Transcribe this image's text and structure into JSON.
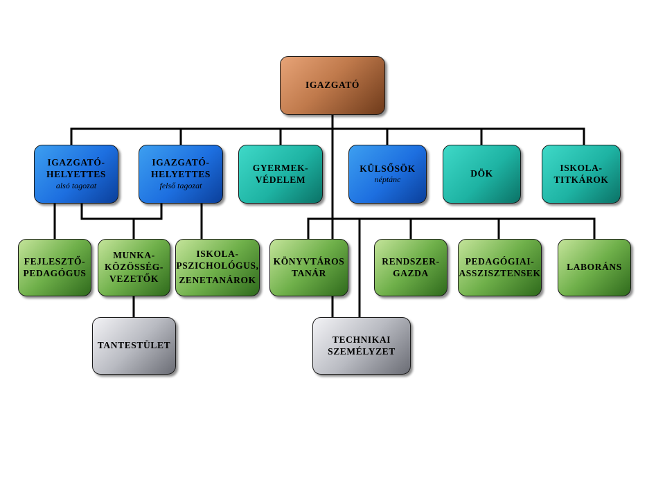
{
  "nodes": {
    "igazgato": {
      "line1": "IGAZGATÓ",
      "line2": "",
      "sub": ""
    },
    "helyettes_also": {
      "line1": "IGAZGATÓ-",
      "line2": "HELYETTES",
      "sub": "alsó tagozat"
    },
    "helyettes_felso": {
      "line1": "IGAZGATÓ-",
      "line2": "HELYETTES",
      "sub": "felső tagozat"
    },
    "gyermekvedelem": {
      "line1": "GYERMEK-",
      "line2": "VÉDELEM",
      "sub": ""
    },
    "kulsosok": {
      "line1": "KÜLSŐSÖK",
      "line2": "",
      "sub": "néptánc"
    },
    "dok": {
      "line1": "DÖK",
      "line2": "",
      "sub": ""
    },
    "iskolatitkarok": {
      "line1": "ISKOLA-",
      "line2": "TITKÁROK",
      "sub": ""
    },
    "fejleszto": {
      "line1": "FEJLESZTŐ-",
      "line2": "PEDAGÓGUS",
      "sub": ""
    },
    "munkakozosseg": {
      "line1": "MUNKA-",
      "line2": "KÖZÖSSÉG-",
      "line3": "VEZETŐK",
      "sub": ""
    },
    "pszichologus": {
      "line1": "ISKOLA-",
      "line2": "PSZICHOLÓGUS,",
      "line3": "ZENETANÁROK",
      "sub": ""
    },
    "konyvtaros": {
      "line1": "KÖNYVTÁROS",
      "line2": "TANÁR",
      "sub": ""
    },
    "rendszergazda": {
      "line1": "RENDSZER-",
      "line2": "GAZDA",
      "sub": ""
    },
    "pedasszisztens": {
      "line1": "PEDAGÓGIAI-",
      "line2": "ASSZISZTENSEK",
      "sub": ""
    },
    "laborans": {
      "line1": "LABORÁNS",
      "line2": "",
      "sub": ""
    },
    "tantestulet": {
      "line1": "TANTESTÜLET",
      "line2": "",
      "sub": ""
    },
    "technikai": {
      "line1": "TECHNIKAI",
      "line2": "SZEMÉLYZET",
      "sub": ""
    }
  },
  "colors": {
    "brown": "#b26a3e",
    "blue": "#1d6fe0",
    "teal": "#1eb3a3",
    "green": "#6fb04a",
    "gray": "#b9bbc2",
    "connector": "#000000"
  }
}
